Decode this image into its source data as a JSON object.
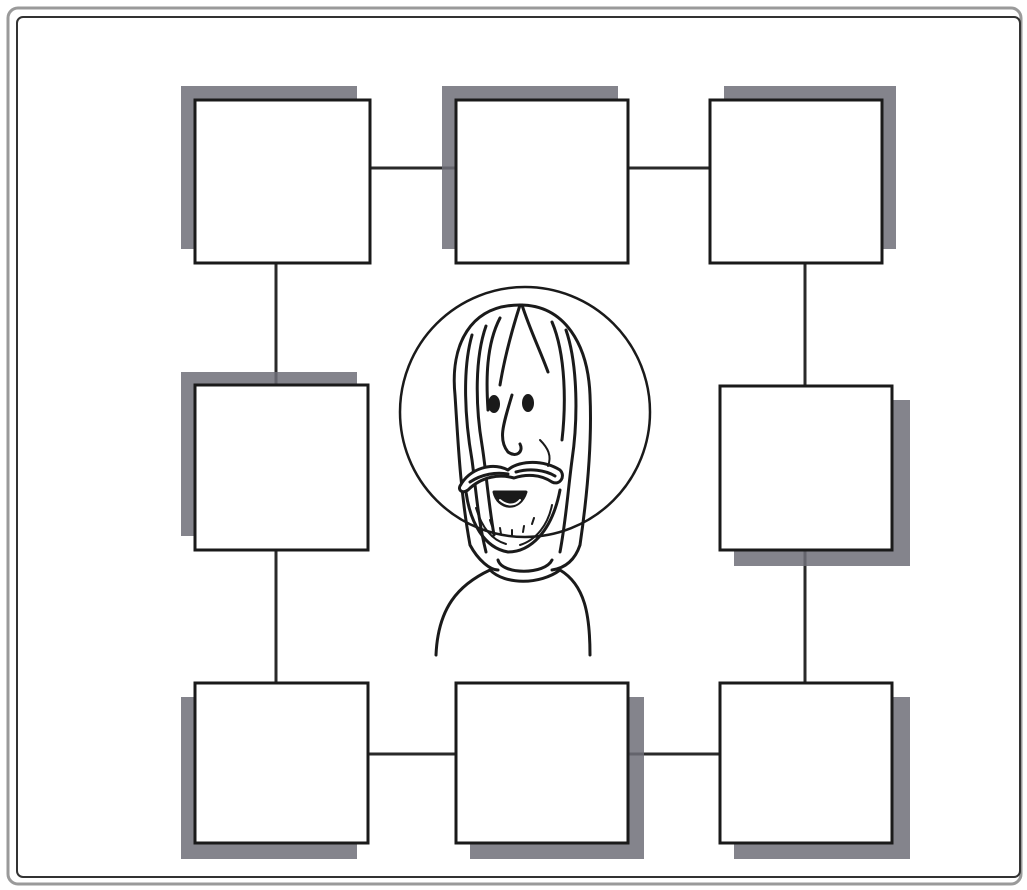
{
  "worksheet": {
    "boxes": [
      {
        "id": "top-left",
        "text": ""
      },
      {
        "id": "top-center",
        "text": ""
      },
      {
        "id": "top-right",
        "text": ""
      },
      {
        "id": "middle-left",
        "text": ""
      },
      {
        "id": "middle-right",
        "text": ""
      },
      {
        "id": "bottom-left",
        "text": ""
      },
      {
        "id": "bottom-center",
        "text": ""
      },
      {
        "id": "bottom-right",
        "text": ""
      }
    ],
    "center_illustration": "jesus-face-with-halo"
  },
  "colors": {
    "ink": "#1a1a1a",
    "box_shadow": "#6f6f78",
    "border": "#8c8c8c",
    "background": "#ffffff"
  }
}
